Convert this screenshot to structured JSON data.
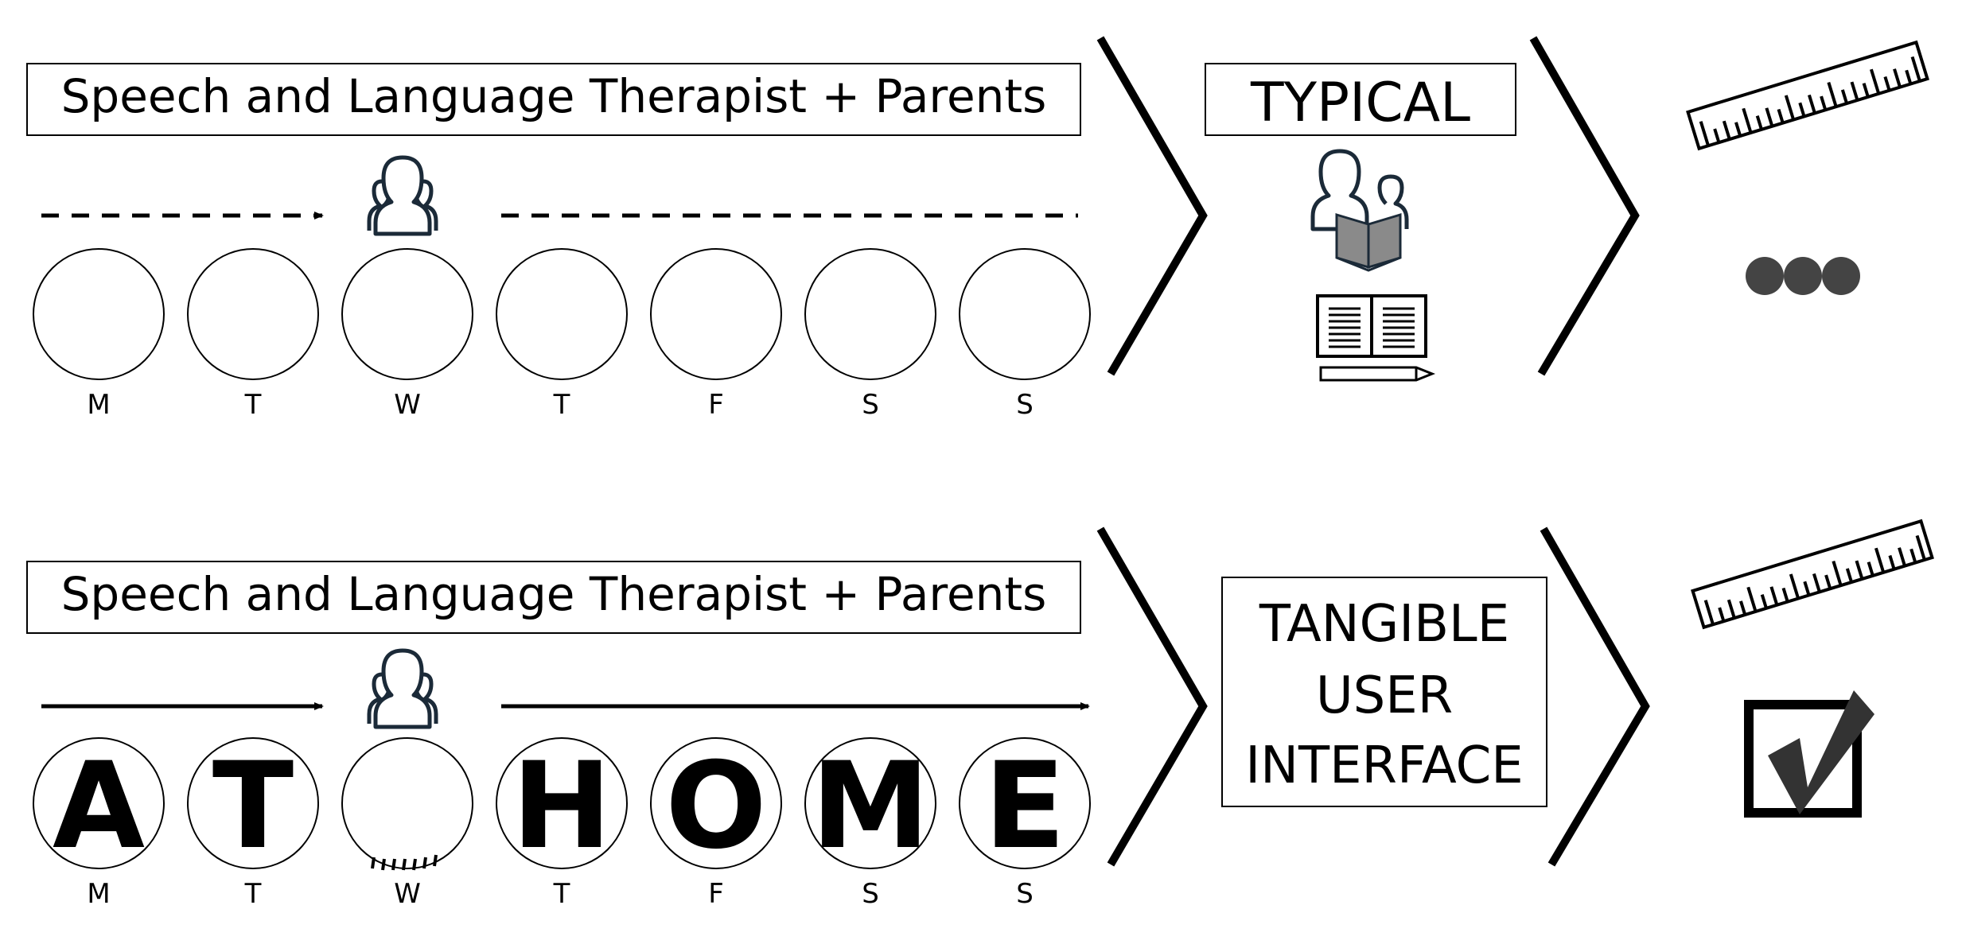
{
  "rows": [
    {
      "id": "typical",
      "header": "Speech and Language Therapist + Parents",
      "arrow_style": "dashed",
      "days": [
        {
          "day": "M",
          "letter": ""
        },
        {
          "day": "T",
          "letter": ""
        },
        {
          "day": "W",
          "letter": ""
        },
        {
          "day": "T",
          "letter": ""
        },
        {
          "day": "F",
          "letter": ""
        },
        {
          "day": "S",
          "letter": ""
        },
        {
          "day": "S",
          "letter": ""
        }
      ],
      "stage_label": [
        "TYPICAL"
      ],
      "result_icons": [
        "ruler-icon",
        "ellipsis-icon"
      ]
    },
    {
      "id": "tui",
      "header": "Speech and Language Therapist + Parents",
      "arrow_style": "solid",
      "days": [
        {
          "day": "M",
          "letter": "A"
        },
        {
          "day": "T",
          "letter": "T"
        },
        {
          "day": "W",
          "letter": ""
        },
        {
          "day": "T",
          "letter": "H"
        },
        {
          "day": "F",
          "letter": "O"
        },
        {
          "day": "S",
          "letter": "M"
        },
        {
          "day": "S",
          "letter": "E"
        }
      ],
      "stage_label": [
        "TANGIBLE",
        "USER",
        "INTERFACE"
      ],
      "result_icons": [
        "ruler-icon",
        "checkbox-checked-icon"
      ]
    }
  ],
  "colors": {
    "ink": "#000000",
    "icon_dark": "#1b2a38",
    "book_gray": "#8a8a8a",
    "dots": "#444444",
    "check": "#333333"
  }
}
